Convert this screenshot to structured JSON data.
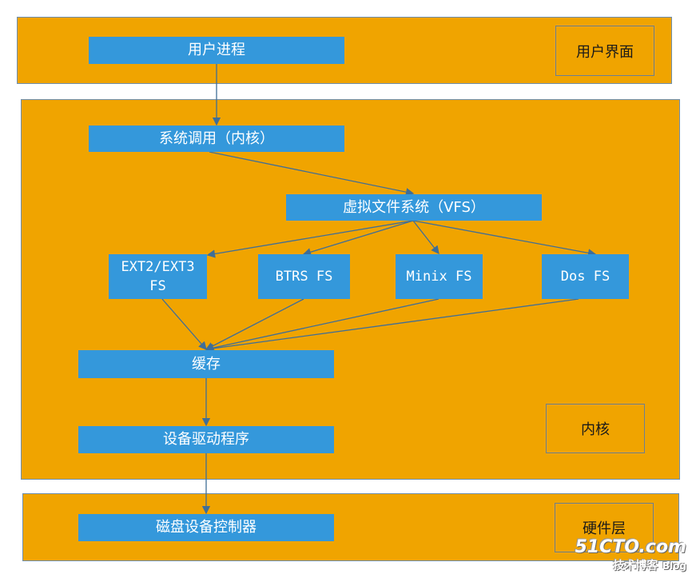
{
  "user_layer": {
    "process": "用户进程",
    "label": "用户界面"
  },
  "kernel_layer": {
    "syscall": "系统调用（内核）",
    "vfs": "虚拟文件系统（VFS）",
    "filesystems": [
      "EXT2/EXT3 FS",
      "BTRS FS",
      "Minix FS",
      "Dos FS"
    ],
    "cache": "缓存",
    "driver": "设备驱动程序",
    "label": "内核"
  },
  "hardware_layer": {
    "controller": "磁盘设备控制器",
    "label": "硬件层"
  },
  "watermark": {
    "main": "51CTO.com",
    "sub": "技术博客",
    "tag": "Blog"
  },
  "colors": {
    "layer": "#f0a400",
    "box": "#3498db",
    "arrow": "#3f6e98"
  }
}
